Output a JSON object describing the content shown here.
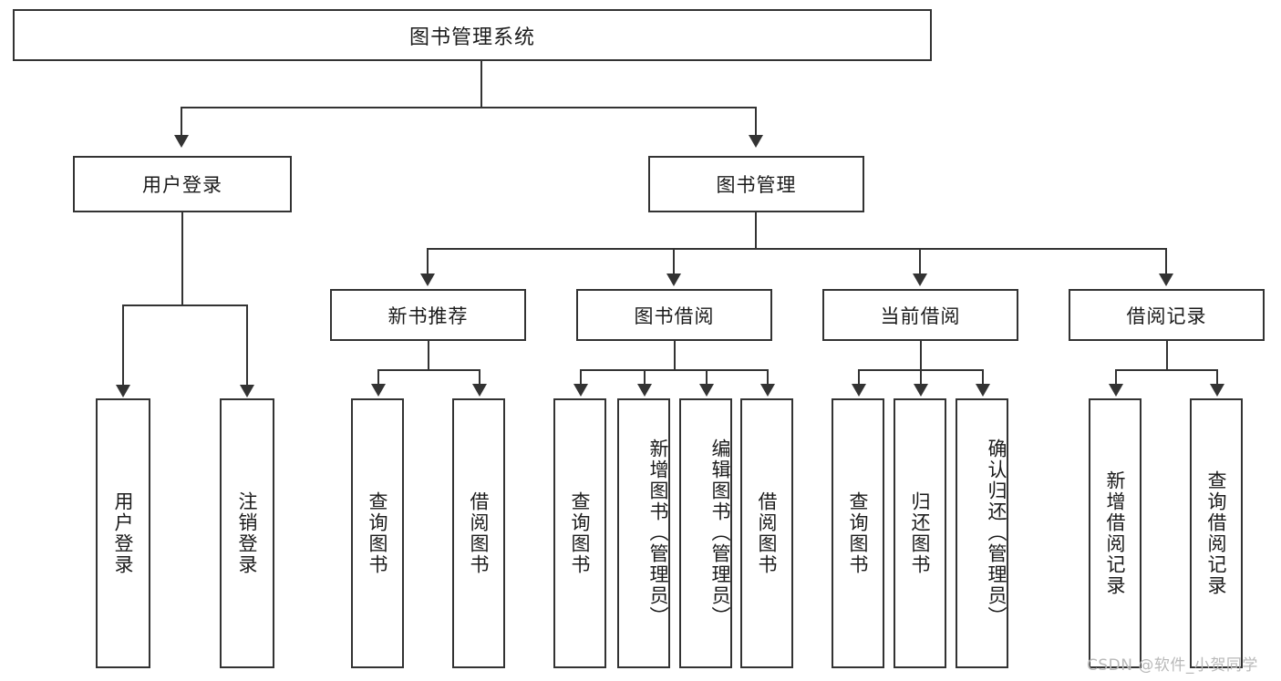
{
  "diagram": {
    "type": "tree-hierarchy",
    "title": "图书管理系统",
    "root": {
      "id": "root",
      "label": "图书管理系统"
    },
    "level2": [
      {
        "id": "user-login",
        "label": "用户登录"
      },
      {
        "id": "book-manage",
        "label": "图书管理"
      }
    ],
    "level3": [
      {
        "id": "new-book-rec",
        "label": "新书推荐",
        "parent": "book-manage"
      },
      {
        "id": "book-borrow",
        "label": "图书借阅",
        "parent": "book-manage"
      },
      {
        "id": "current-borrow",
        "label": "当前借阅",
        "parent": "book-manage"
      },
      {
        "id": "borrow-record",
        "label": "借阅记录",
        "parent": "book-manage"
      }
    ],
    "leaves": {
      "user-login": [
        {
          "id": "leaf-user-login",
          "label": "用户登录"
        },
        {
          "id": "leaf-logout",
          "label": "注销登录"
        }
      ],
      "new-book-rec": [
        {
          "id": "leaf-query-book-1",
          "label": "查询图书"
        },
        {
          "id": "leaf-borrow-book-1",
          "label": "借阅图书"
        }
      ],
      "book-borrow": [
        {
          "id": "leaf-query-book-2",
          "label": "查询图书"
        },
        {
          "id": "leaf-add-book",
          "label": "新增图书（管理员）"
        },
        {
          "id": "leaf-edit-book",
          "label": "编辑图书（管理员）"
        },
        {
          "id": "leaf-borrow-book-2",
          "label": "借阅图书"
        }
      ],
      "current-borrow": [
        {
          "id": "leaf-query-book-3",
          "label": "查询图书"
        },
        {
          "id": "leaf-return-book",
          "label": "归还图书"
        },
        {
          "id": "leaf-confirm-return",
          "label": "确认归还（管理员）"
        }
      ],
      "borrow-record": [
        {
          "id": "leaf-add-record",
          "label": "新增借阅记录"
        },
        {
          "id": "leaf-query-record",
          "label": "查询借阅记录"
        }
      ]
    }
  },
  "watermark": {
    "text": "CSDN @软件_小贺同学"
  },
  "colors": {
    "stroke": "#333333",
    "fill": "#ffffff",
    "text": "#1b1b1b",
    "watermark": "#b9b9b9"
  }
}
